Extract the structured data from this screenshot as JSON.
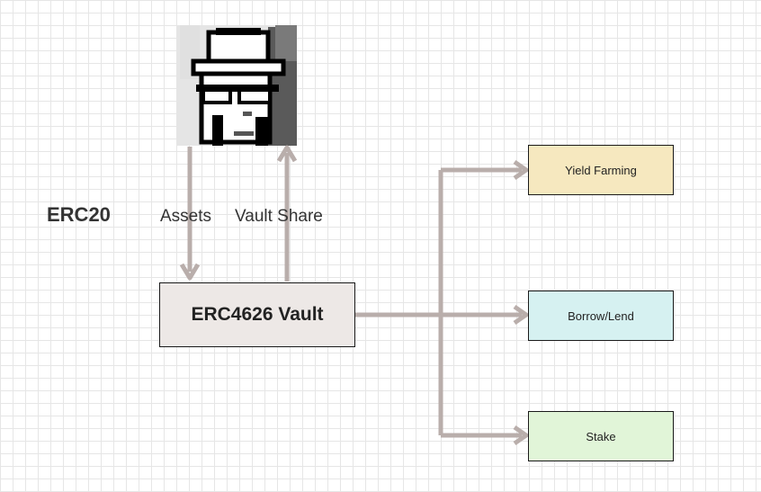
{
  "labels": {
    "erc20": "ERC20",
    "assets": "Assets",
    "vault_share": "Vault Share"
  },
  "vault": {
    "label": "ERC4626 Vault"
  },
  "targets": [
    {
      "label": "Yield Farming",
      "color": "#f6e8bf"
    },
    {
      "label": "Borrow/Lend",
      "color": "#d6f1f1"
    },
    {
      "label": "Stake",
      "color": "#e1f5d8"
    }
  ],
  "avatar": {
    "icon": "pixel-avatar-hat-sunglasses-icon"
  },
  "colors": {
    "arrow": "#b9aeab",
    "vault_fill": "#ede8e6",
    "border": "#1a1a1a",
    "grid": "#e6e6e6"
  }
}
